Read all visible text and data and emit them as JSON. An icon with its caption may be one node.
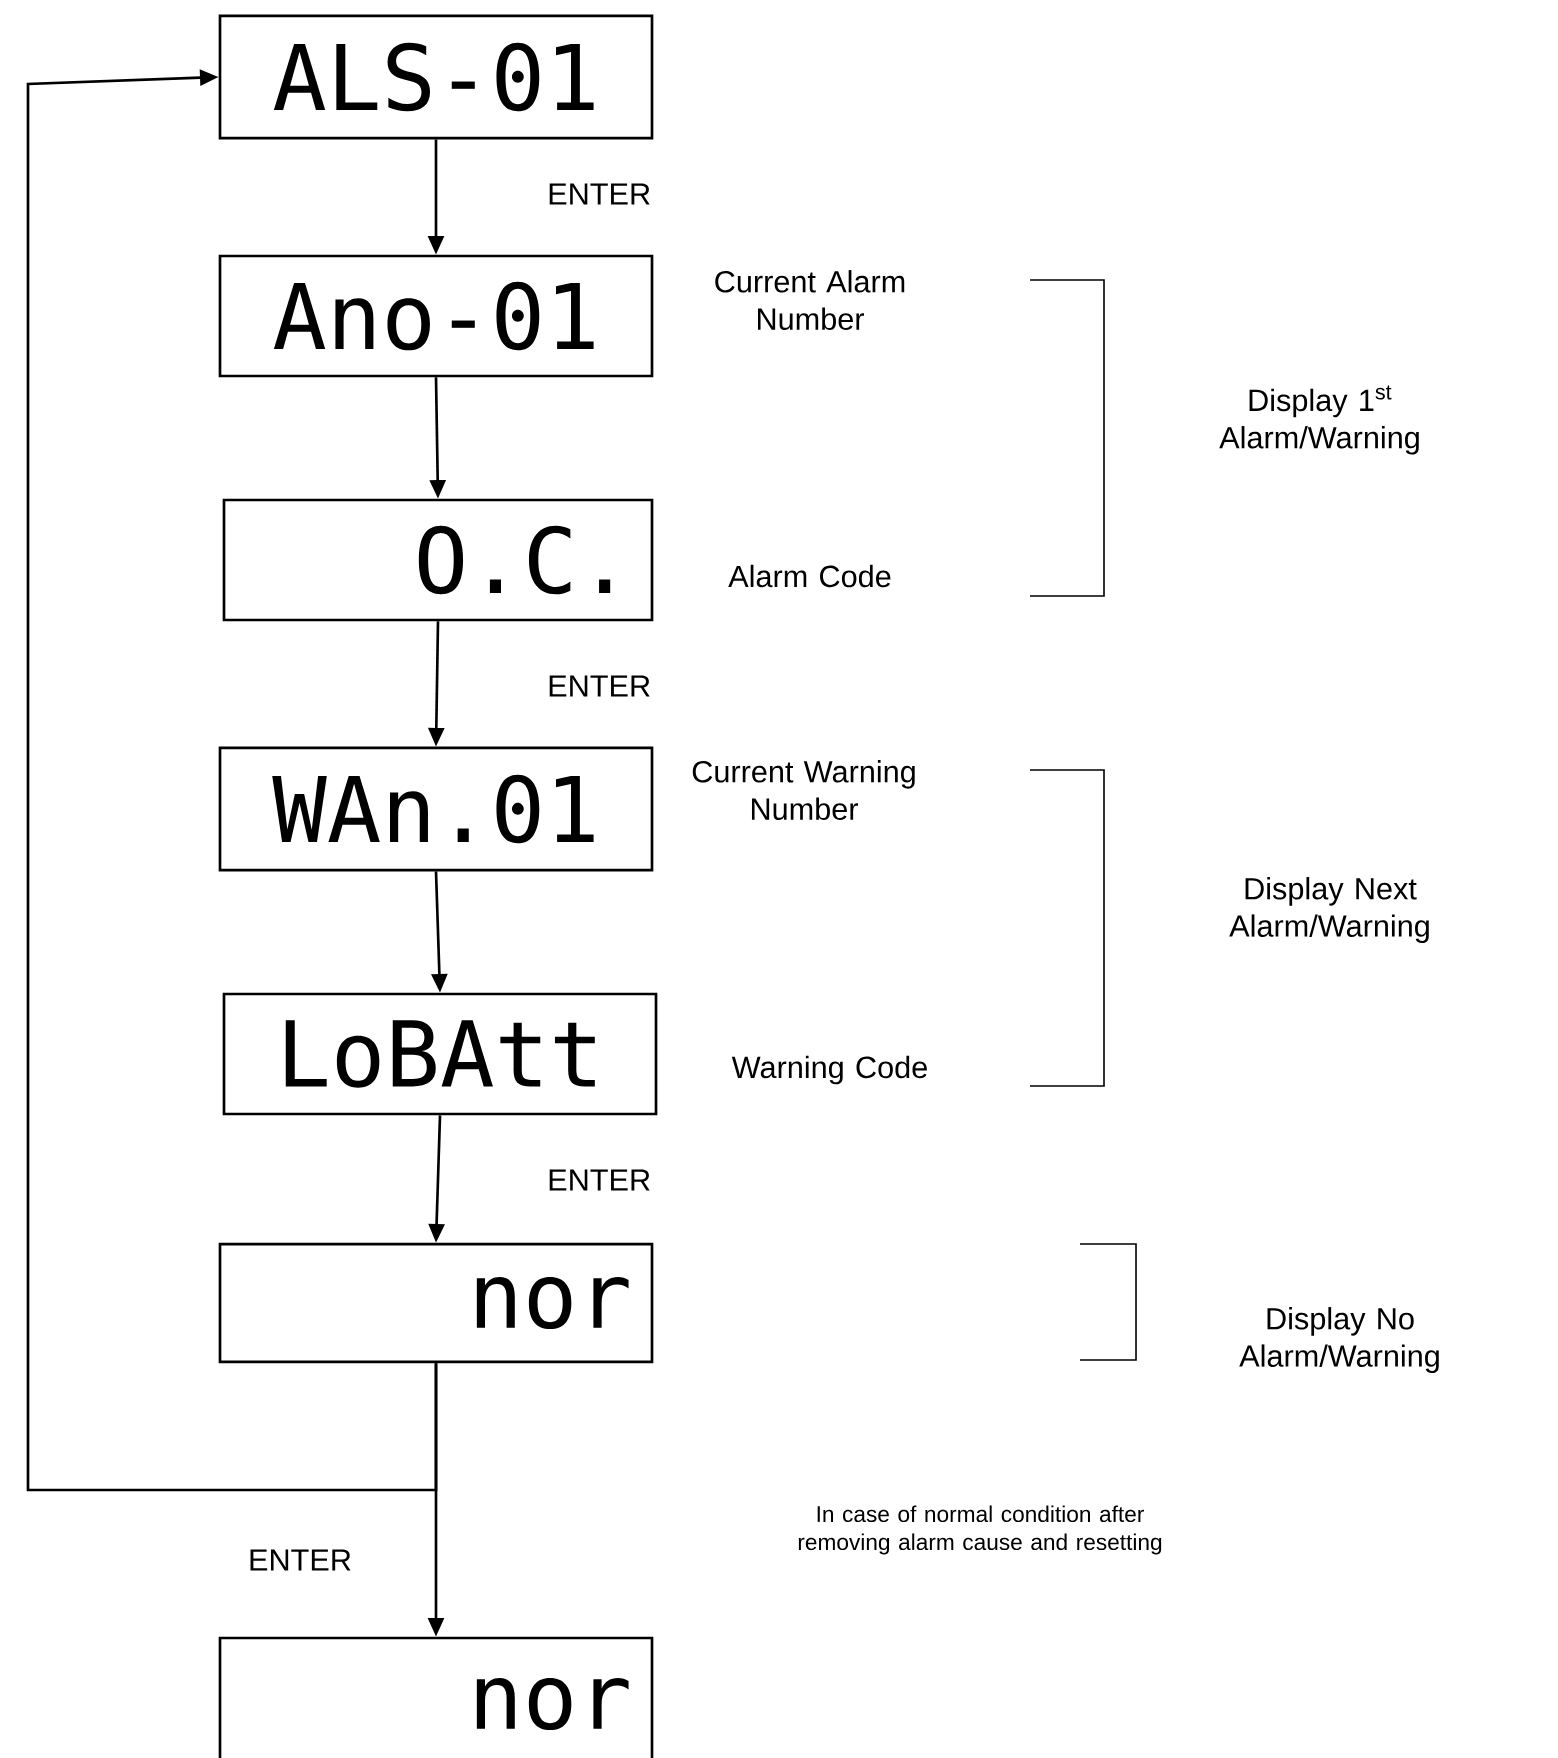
{
  "diagram": {
    "nodes": [
      {
        "text": [
          "ALS-01"
        ]
      },
      {
        "text": [
          "Ano-01"
        ],
        "beside": [
          "Current Alarm Number"
        ]
      },
      {
        "text": [
          "O.C."
        ],
        "beside": [
          "Alarm Code"
        ]
      },
      {
        "text": [
          "WAn.01"
        ],
        "beside": [
          "Current Warning Number"
        ]
      },
      {
        "text": [
          "LoBAtt"
        ],
        "beside": [
          "Warning Code"
        ]
      },
      {
        "text": [
          "nor"
        ]
      },
      {
        "text": [
          "nor"
        ]
      }
    ],
    "edges": [
      {
        "from": 0,
        "to": 1,
        "arrow": "to",
        "label": "ENTER"
      },
      {
        "from": 1,
        "to": 2,
        "arrow": "to"
      },
      {
        "from": 2,
        "to": 3,
        "arrow": "to",
        "label": "ENTER"
      },
      {
        "from": 3,
        "to": 4,
        "arrow": "to"
      },
      {
        "from": 4,
        "to": 5,
        "arrow": "to",
        "label": "ENTER"
      },
      {
        "from": 5,
        "to": 6,
        "arrow": "to",
        "label": "ENTER"
      },
      {
        "from": 5,
        "to": 0,
        "arrow": "to"
      }
    ],
    "labels": [
      "Display 1$^{st}$ Alarm/Warning",
      "Display Next Alarm/Warning",
      "Display No Alarm/Warning",
      "In case of normal condition after removing alarm cause and resetting"
    ]
  }
}
